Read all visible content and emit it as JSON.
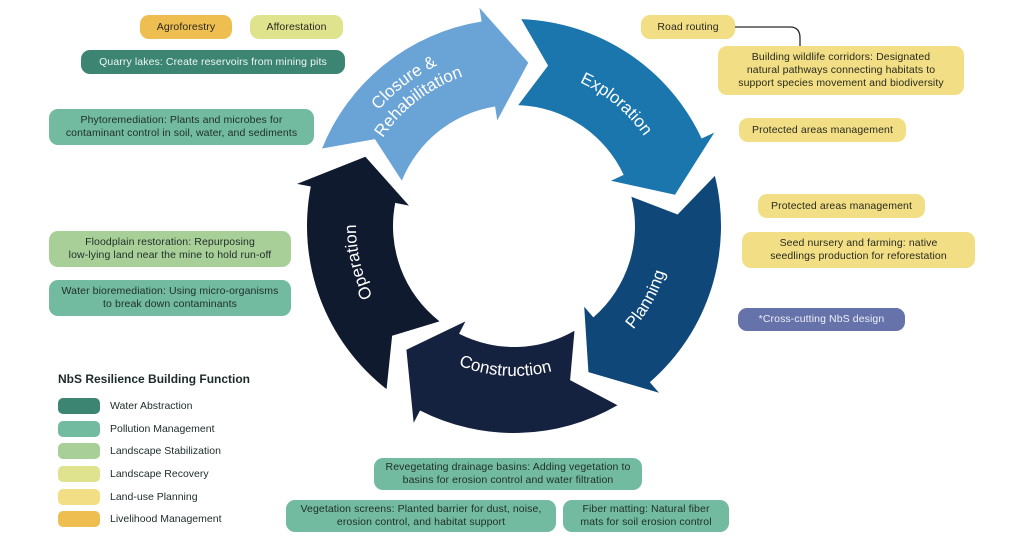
{
  "cycle": {
    "stages": [
      {
        "id": "closure",
        "line1": "Closure &",
        "line2": "Rehabilitation",
        "color": "#6aa3d6"
      },
      {
        "id": "exploration",
        "line1": "Exploration",
        "line2": "",
        "color": "#1b76ae"
      },
      {
        "id": "planning",
        "line1": "Planning",
        "line2": "",
        "color": "#0f4779"
      },
      {
        "id": "construction",
        "line1": "Construction",
        "line2": "",
        "color": "#14213f"
      },
      {
        "id": "operation",
        "line1": "Operation",
        "line2": "",
        "color": "#0f1a2e"
      }
    ]
  },
  "nbs": {
    "agroforestry": "Agroforestry",
    "afforestation": "Afforestation",
    "quarry_lakes": "Quarry lakes: Create reservoirs from mining pits",
    "phytoremediation": [
      "Phytoremediation: Plants and microbes for",
      "contaminant control in soil, water, and sediments"
    ],
    "floodplain": [
      "Floodplain restoration: Repurposing",
      "low-lying land near the mine to hold run-off"
    ],
    "water_bioremediation": [
      "Water bioremediation: Using micro-organisms",
      "to break down contaminants"
    ],
    "road_routing": "Road routing",
    "wildlife_corridors": [
      "Building wildlife corridors:  Designated",
      "natural pathways connecting habitats to",
      "support species movement and biodiversity"
    ],
    "protected_areas_1": "Protected areas management",
    "protected_areas_2": "Protected areas management",
    "seed_nursery": [
      "Seed nursery and farming: native",
      "seedlings production for reforestation"
    ],
    "cross_cutting": "*Cross-cutting NbS design",
    "revegetating": [
      "Revegetating drainage basins: Adding vegetation to",
      "basins for erosion control and water filtration"
    ],
    "vegetation_screens": [
      "Vegetation screens: Planted barrier for dust, noise,",
      "erosion control, and habitat support"
    ],
    "fiber_matting": [
      "Fiber matting: Natural fiber",
      "mats for soil erosion control"
    ]
  },
  "legend": {
    "title": "NbS Resilience Building Function",
    "items": [
      {
        "label": "Water Abstraction",
        "color": "#3d8573"
      },
      {
        "label": "Pollution Management",
        "color": "#72bba0"
      },
      {
        "label": "Landscape Stabilization",
        "color": "#a9cf98"
      },
      {
        "label": "Landscape Recovery",
        "color": "#dfe38e"
      },
      {
        "label": "Land-use Planning",
        "color": "#f2df85"
      },
      {
        "label": "Livelihood Management",
        "color": "#efbe50"
      }
    ]
  }
}
